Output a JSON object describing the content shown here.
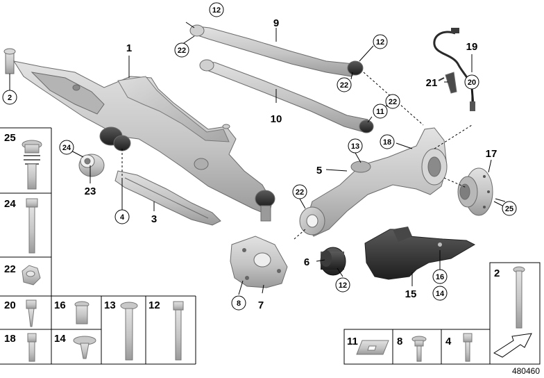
{
  "diagram_id": "480460",
  "callouts": {
    "c1": "1",
    "c2": "2",
    "c3": "3",
    "c4": "4",
    "c5": "5",
    "c6": "6",
    "c7": "7",
    "c8": "8",
    "c9": "9",
    "c10": "10",
    "c11": "11",
    "c12a": "12",
    "c12b": "12",
    "c12c": "12",
    "c13": "13",
    "c14": "14",
    "c15": "15",
    "c16": "16",
    "c17": "17",
    "c18": "18",
    "c19": "19",
    "c20": "20",
    "c21": "21",
    "c22a": "22",
    "c22b": "22",
    "c22c": "22",
    "c22d": "22",
    "c23": "23",
    "c24": "24",
    "c25": "25"
  },
  "hardware_grid": {
    "g25": "25",
    "g24": "24",
    "g22": "22",
    "g20": "20",
    "g16": "16",
    "g13": "13",
    "g12": "12",
    "g18": "18",
    "g14": "14"
  },
  "hardware_row": {
    "h11": "11",
    "h8": "8",
    "h4": "4",
    "h2": "2"
  },
  "colors": {
    "part_fill": "#c9c9c9",
    "part_dark": "#8e8e8e",
    "bushing": "#2e2e2e",
    "line": "#000000"
  }
}
